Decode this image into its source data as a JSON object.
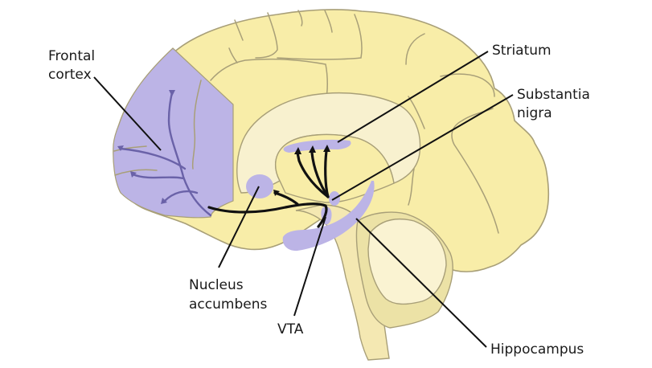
{
  "diagram": {
    "title": "Dopamine pathways in the brain (sagittal view)",
    "colors": {
      "cortex": "#f8eda8",
      "dopamine_region": "#bcb4e6",
      "inner_region": "#f8f1cf",
      "brainstem": "#f4e8b2",
      "cerebellum_outer": "#ece2a6",
      "cerebellum_inner": "#faf3d2",
      "outline": "#a89f78",
      "pathway": "#111111",
      "cortical_branch": "#6a62a8",
      "text": "#1a1a1a"
    },
    "labels": {
      "frontal_cortex": [
        "Frontal",
        "cortex"
      ],
      "striatum": [
        "Striatum"
      ],
      "substantia_nigra": [
        "Substantia",
        "nigra"
      ],
      "nucleus_accumbens": [
        "Nucleus",
        "accumbens"
      ],
      "vta": [
        "VTA"
      ],
      "hippocampus": [
        "Hippocampus"
      ]
    }
  }
}
